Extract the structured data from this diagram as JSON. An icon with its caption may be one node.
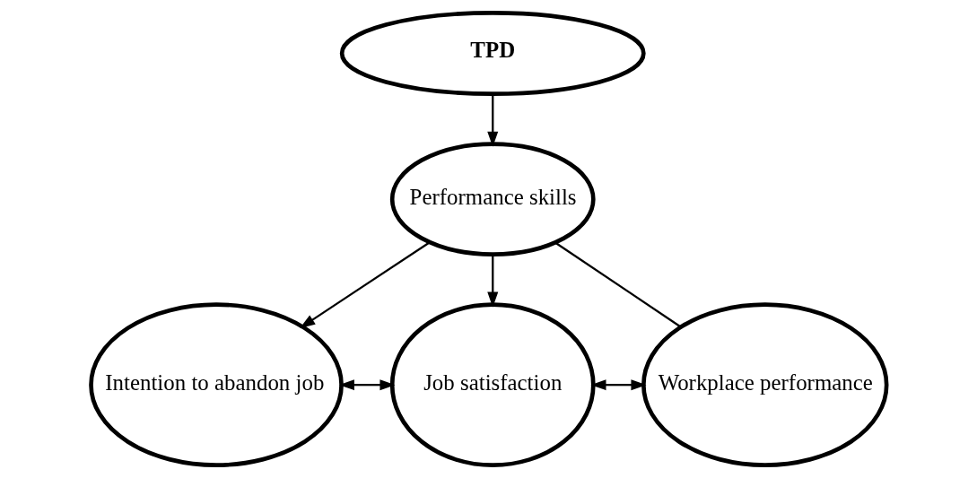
{
  "diagram": {
    "nodes": [
      {
        "text": [
          "TPD"
        ]
      },
      {
        "text": [
          "Performance skills"
        ]
      },
      {
        "text": [
          "Intention to abandon job"
        ]
      },
      {
        "text": [
          "Job satisfaction"
        ]
      },
      {
        "text": [
          "Workplace performance"
        ]
      }
    ],
    "edges": [
      {
        "from": 0,
        "to": 1,
        "arrow": "to"
      },
      {
        "from": 1,
        "to": 2,
        "arrow": "to"
      },
      {
        "from": 1,
        "to": 3,
        "arrow": "to"
      },
      {
        "from": 1,
        "to": 4,
        "arrow": "none"
      },
      {
        "from": 2,
        "to": 3,
        "arrow": "both"
      },
      {
        "from": 3,
        "to": 4,
        "arrow": "both"
      }
    ]
  }
}
